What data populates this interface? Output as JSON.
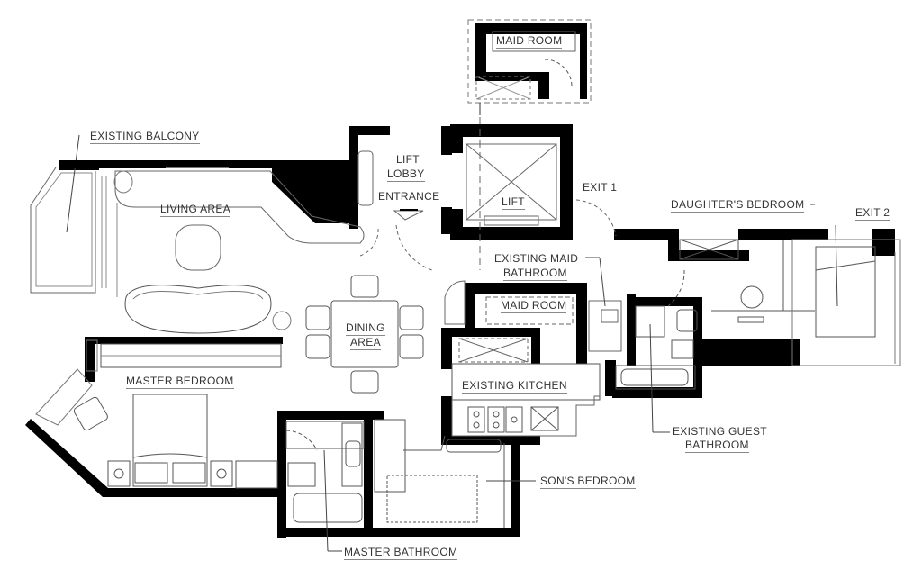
{
  "plan": {
    "type": "architectural floor plan",
    "wall_color": "#000000",
    "line_color": "#555555",
    "background": "#ffffff"
  },
  "labels": {
    "maid_room_top": "MAID ROOM",
    "existing_balcony": "EXISTING BALCONY",
    "living_area": "LIVING AREA",
    "lift_lobby_1": "LIFT",
    "lift_lobby_2": "LOBBY",
    "entrance": "ENTRANCE",
    "lift": "LIFT",
    "exit_1": "EXIT 1",
    "daughters_bedroom": "DAUGHTER'S BEDROOM",
    "exit_2": "EXIT 2",
    "existing_maid_bathroom_1": "EXISTING MAID",
    "existing_maid_bathroom_2": "BATHROOM",
    "maid_room": "MAID ROOM",
    "dining_area_1": "DINING",
    "dining_area_2": "AREA",
    "master_bedroom": "MASTER BEDROOM",
    "existing_kitchen": "EXISTING KITCHEN",
    "existing_guest_bathroom_1": "EXISTING GUEST",
    "existing_guest_bathroom_2": "BATHROOM",
    "sons_bedroom": "SON'S BEDROOM",
    "master_bathroom": "MASTER BATHROOM"
  }
}
